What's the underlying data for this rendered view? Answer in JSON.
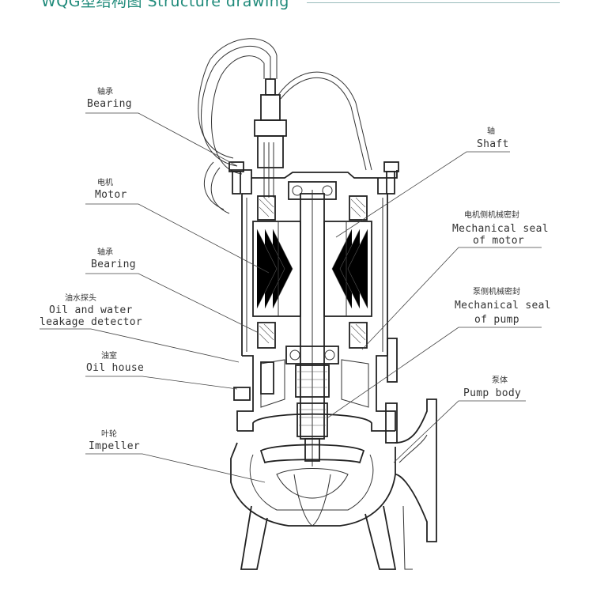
{
  "title": "WQG型结构图 Structure drawing",
  "labels": {
    "bearing_top": {
      "zh": "轴承",
      "en": "Bearing"
    },
    "motor": {
      "zh": "电机",
      "en": "Motor"
    },
    "bearing_bottom": {
      "zh": "轴承",
      "en": "Bearing"
    },
    "leak_detector": {
      "zh": "油水探头",
      "en1": "Oil and water",
      "en2": "leakage detector"
    },
    "oil_house": {
      "zh": "油室",
      "en": "Oil house"
    },
    "impeller": {
      "zh": "叶轮",
      "en": "Impeller"
    },
    "shaft": {
      "zh": "轴",
      "en": "Shaft"
    },
    "seal_motor": {
      "zh": "电机侧机械密封",
      "en1": "Mechanical seal",
      "en2": "of motor"
    },
    "seal_pump": {
      "zh": "泵侧机械密封",
      "en1": "Mechanical seal",
      "en2": "of pump"
    },
    "pump_body": {
      "zh": "泵体",
      "en": "Pump body"
    }
  }
}
